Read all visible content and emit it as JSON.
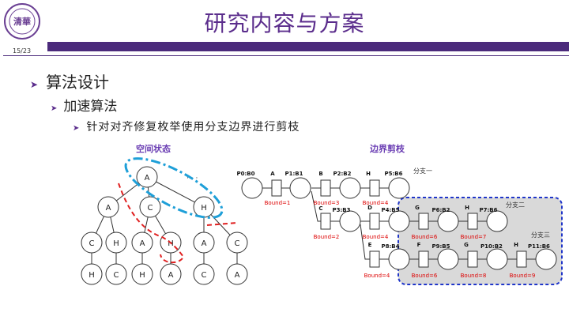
{
  "header": {
    "title": "研究内容与方案",
    "page_number": "15/23",
    "logo_text": "清華"
  },
  "bullets": {
    "level1": "算法设计",
    "level2": "加速算法",
    "level3": "针对对齐修复枚举使用分支边界进行剪枝"
  },
  "left_diagram": {
    "caption": "空间状态",
    "ellipsis": "· · ·",
    "root": "A",
    "level2": [
      "A",
      "C",
      "H"
    ],
    "level3": [
      "C",
      "H",
      "A",
      "H",
      "A",
      "C"
    ],
    "level4": [
      "H",
      "C",
      "H",
      "A",
      "C",
      "A"
    ]
  },
  "right_diagram": {
    "caption": "边界剪枝",
    "row1_labels": [
      "P0:B0",
      "A",
      "P1:B1",
      "B",
      "P2:B2",
      "H",
      "P5:B6"
    ],
    "row1_bounds": [
      "Bound=1",
      "Bound=3",
      "Bound=4"
    ],
    "row2_labels": [
      "C",
      "P3:B3",
      "D",
      "P4:B5",
      "G",
      "P6:B2",
      "H",
      "P7:B6"
    ],
    "row2_bounds": [
      "Bound=2",
      "Bound=4",
      "Bound=6",
      "Bound=7"
    ],
    "row3_labels": [
      "E",
      "P8:B4",
      "F",
      "P9:B5",
      "G",
      "P10:B2",
      "H",
      "P11:B6"
    ],
    "row3_bounds": [
      "Bound=4",
      "Bound=6",
      "Bound=8",
      "Bound=9"
    ],
    "branches": [
      "分支一",
      "分支二",
      "分支三"
    ]
  },
  "colors": {
    "accent": "#5b2d8c",
    "caption": "#6a3db3",
    "cyan_dash": "#1e9fd8",
    "red_dash": "#e02020",
    "blue_box": "#1f35c9",
    "box_fill": "#d9d9d9"
  }
}
